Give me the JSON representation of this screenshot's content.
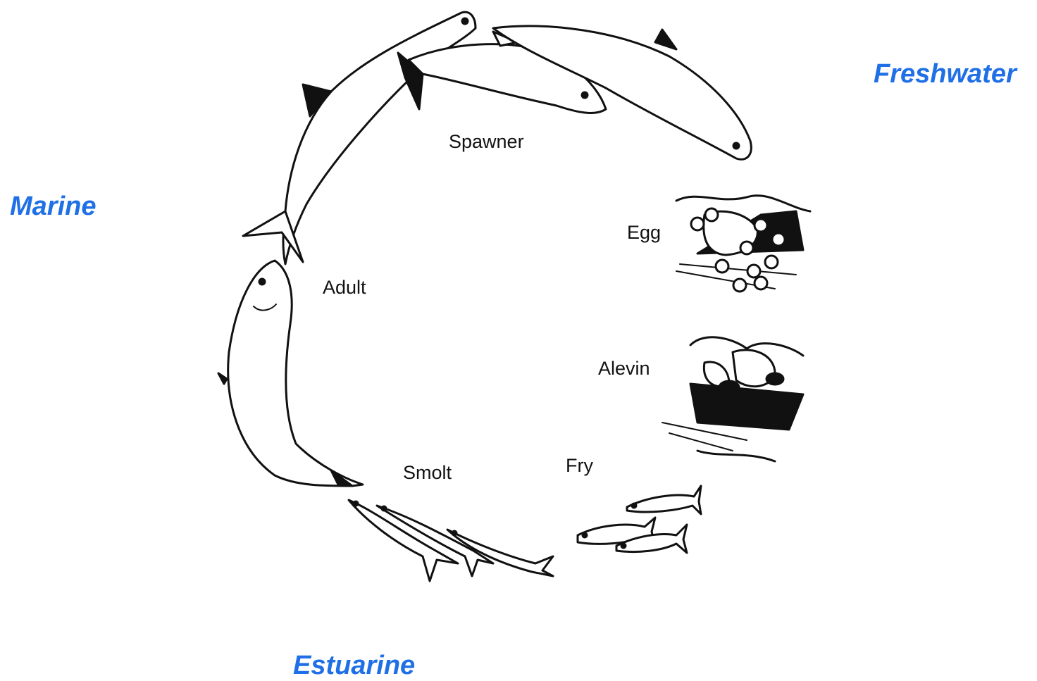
{
  "habitats": {
    "freshwater": "Freshwater",
    "marine": "Marine",
    "estuarine": "Estuarine"
  },
  "stages": {
    "spawner": "Spawner",
    "egg": "Egg",
    "alevin": "Alevin",
    "fry": "Fry",
    "smolt": "Smolt",
    "adult": "Adult"
  },
  "colors": {
    "habitat_label": "#1f6fe6",
    "stage_label": "#111111",
    "line_art": "#111111"
  },
  "icons": [
    "salmon-fish-icon",
    "egg-cluster-icon",
    "alevin-gravel-icon",
    "fry-fish-icon",
    "smolt-fish-icon"
  ]
}
